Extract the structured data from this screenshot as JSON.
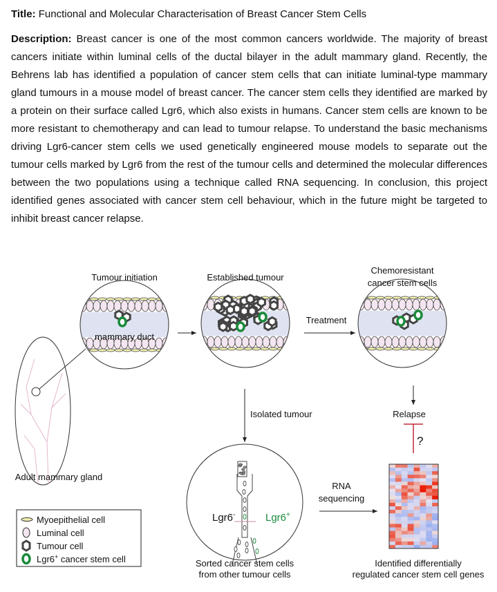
{
  "document": {
    "title_label": "Title:",
    "title": "Functional and Molecular Characterisation of Breast Cancer Stem Cells",
    "description_label": "Description:",
    "description": "Breast cancer is one of the most common cancers worldwide. The majority of breast cancers initiate within luminal cells of the ductal bilayer in the adult mammary gland. Recently, the Behrens lab has identified a population of cancer stem cells that can initiate luminal-type mammary gland tumours in a mouse model of breast cancer. The cancer stem cells they identified are marked by a protein on their surface called Lgr6, which also exists in humans. Cancer stem cells are known to be more resistant to chemotherapy and can lead to tumour relapse. To understand the basic mechanisms driving Lgr6-cancer stem cells we used genetically engineered mouse models to separate out the tumour cells marked by Lgr6 from the rest of the tumour cells and determined the molecular differences between the two populations using a technique called RNA sequencing. In conclusion, this project identified genes associated with cancer stem cell behaviour, which in the future might be targeted to inhibit breast cancer relapse."
  },
  "diagram": {
    "stage1": "Tumour initiation",
    "duct_label": "mammary duct",
    "stage2": "Established tumour",
    "treatment": "Treatment",
    "stage3_line1": "Chemoresistant",
    "stage3_line2": "cancer stem cells",
    "gland_label": "Adult mammary gland",
    "isolated": "Isolated tumour",
    "relapse": "Relapse",
    "question": "?",
    "lgr6_neg": "Lgr6",
    "lgr6_neg_sup": "-",
    "lgr6_pos": "Lgr6",
    "lgr6_pos_sup": "+",
    "rna_line1": "RNA",
    "rna_line2": "sequencing",
    "sorted_line1": "Sorted cancer stem cells",
    "sorted_line2": "from other tumour cells",
    "identified_line1": "Identified differentially",
    "identified_line2": "regulated cancer stem cell genes",
    "legend": [
      {
        "label": "Myoepithelial cell",
        "icon": "myoepithelial-cell-icon"
      },
      {
        "label": "Luminal cell",
        "icon": "luminal-cell-icon"
      },
      {
        "label": "Tumour cell",
        "icon": "tumour-cell-icon"
      },
      {
        "label": "Lgr6",
        "sup": "+",
        "rest": " cancer stem cell",
        "icon": "stem-cell-icon"
      }
    ],
    "colors": {
      "green": "#1a8a3a",
      "luminal": "#f4e6f0",
      "duct": "#dfe3f1",
      "myo": "#f2eeb0",
      "tumour": "#444444",
      "red": "#c0283a"
    }
  }
}
